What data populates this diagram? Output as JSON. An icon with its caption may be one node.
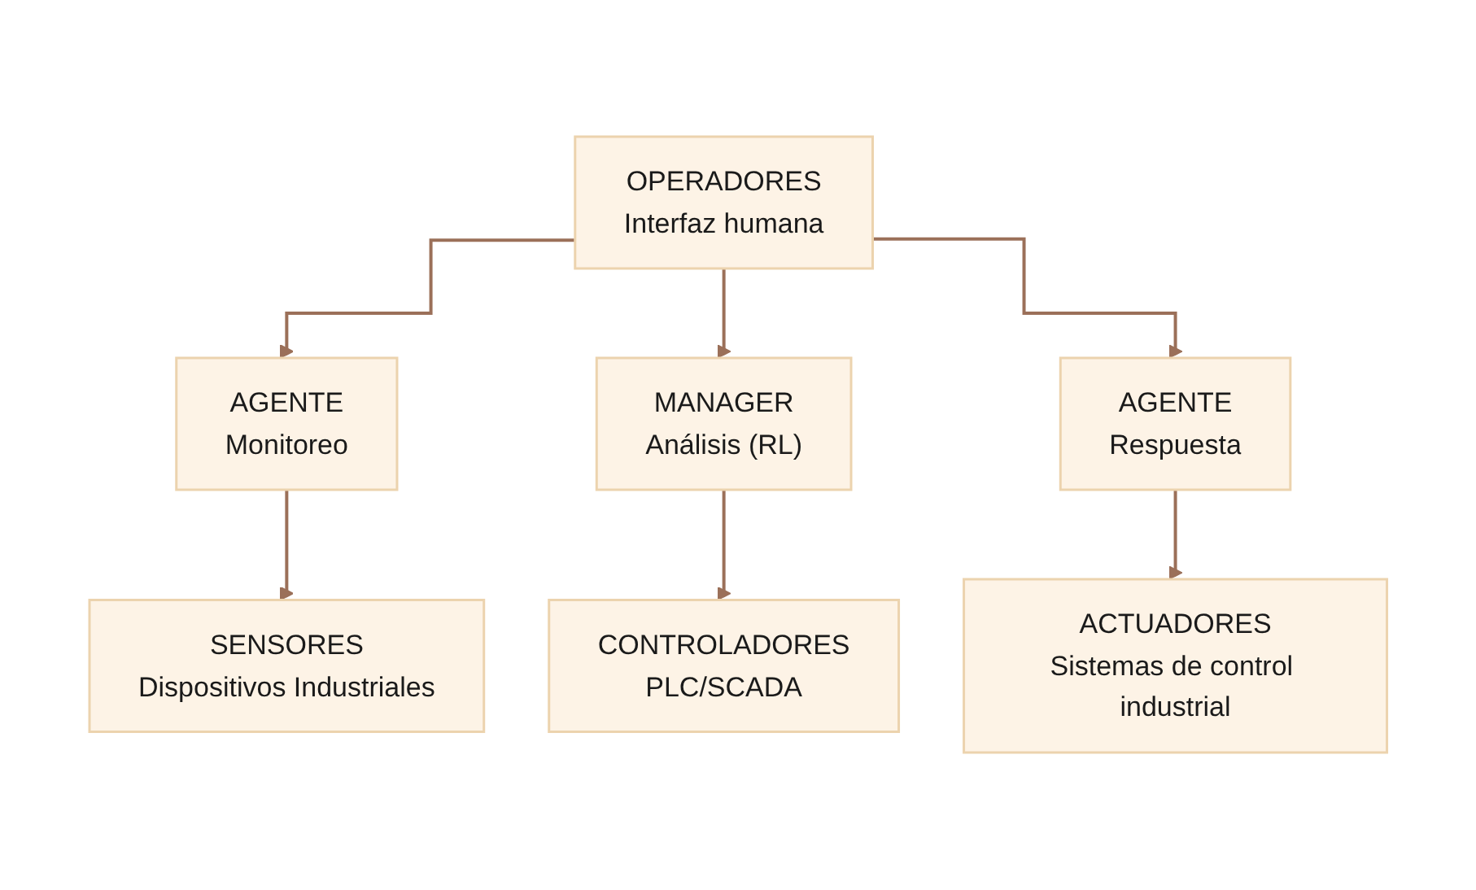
{
  "diagram": {
    "nodes": [
      {
        "text": [
          "OPERADORES",
          "Interfaz humana"
        ]
      },
      {
        "text": [
          "AGENTE",
          "Monitoreo"
        ]
      },
      {
        "text": [
          "AGENTE",
          "Respuesta"
        ]
      },
      {
        "text": [
          "SENSORES",
          "Dispositivos Industriales"
        ]
      },
      {
        "text": [
          "MANAGER",
          "Análisis (RL)"
        ]
      },
      {
        "text": [
          "ACTUADORES",
          "Sistemas de control industrial"
        ]
      },
      {
        "text": [
          "CONTROLADORES",
          "PLC/SCADA"
        ]
      }
    ],
    "edges": [
      {
        "from": 0,
        "to": 1,
        "arrow": "to"
      },
      {
        "from": 0,
        "to": 4,
        "arrow": "to"
      },
      {
        "from": 0,
        "to": 2,
        "arrow": "to"
      },
      {
        "from": 1,
        "to": 3,
        "arrow": "to"
      },
      {
        "from": 2,
        "to": 5,
        "arrow": "to"
      },
      {
        "from": 4,
        "to": 6,
        "arrow": "to"
      }
    ]
  }
}
